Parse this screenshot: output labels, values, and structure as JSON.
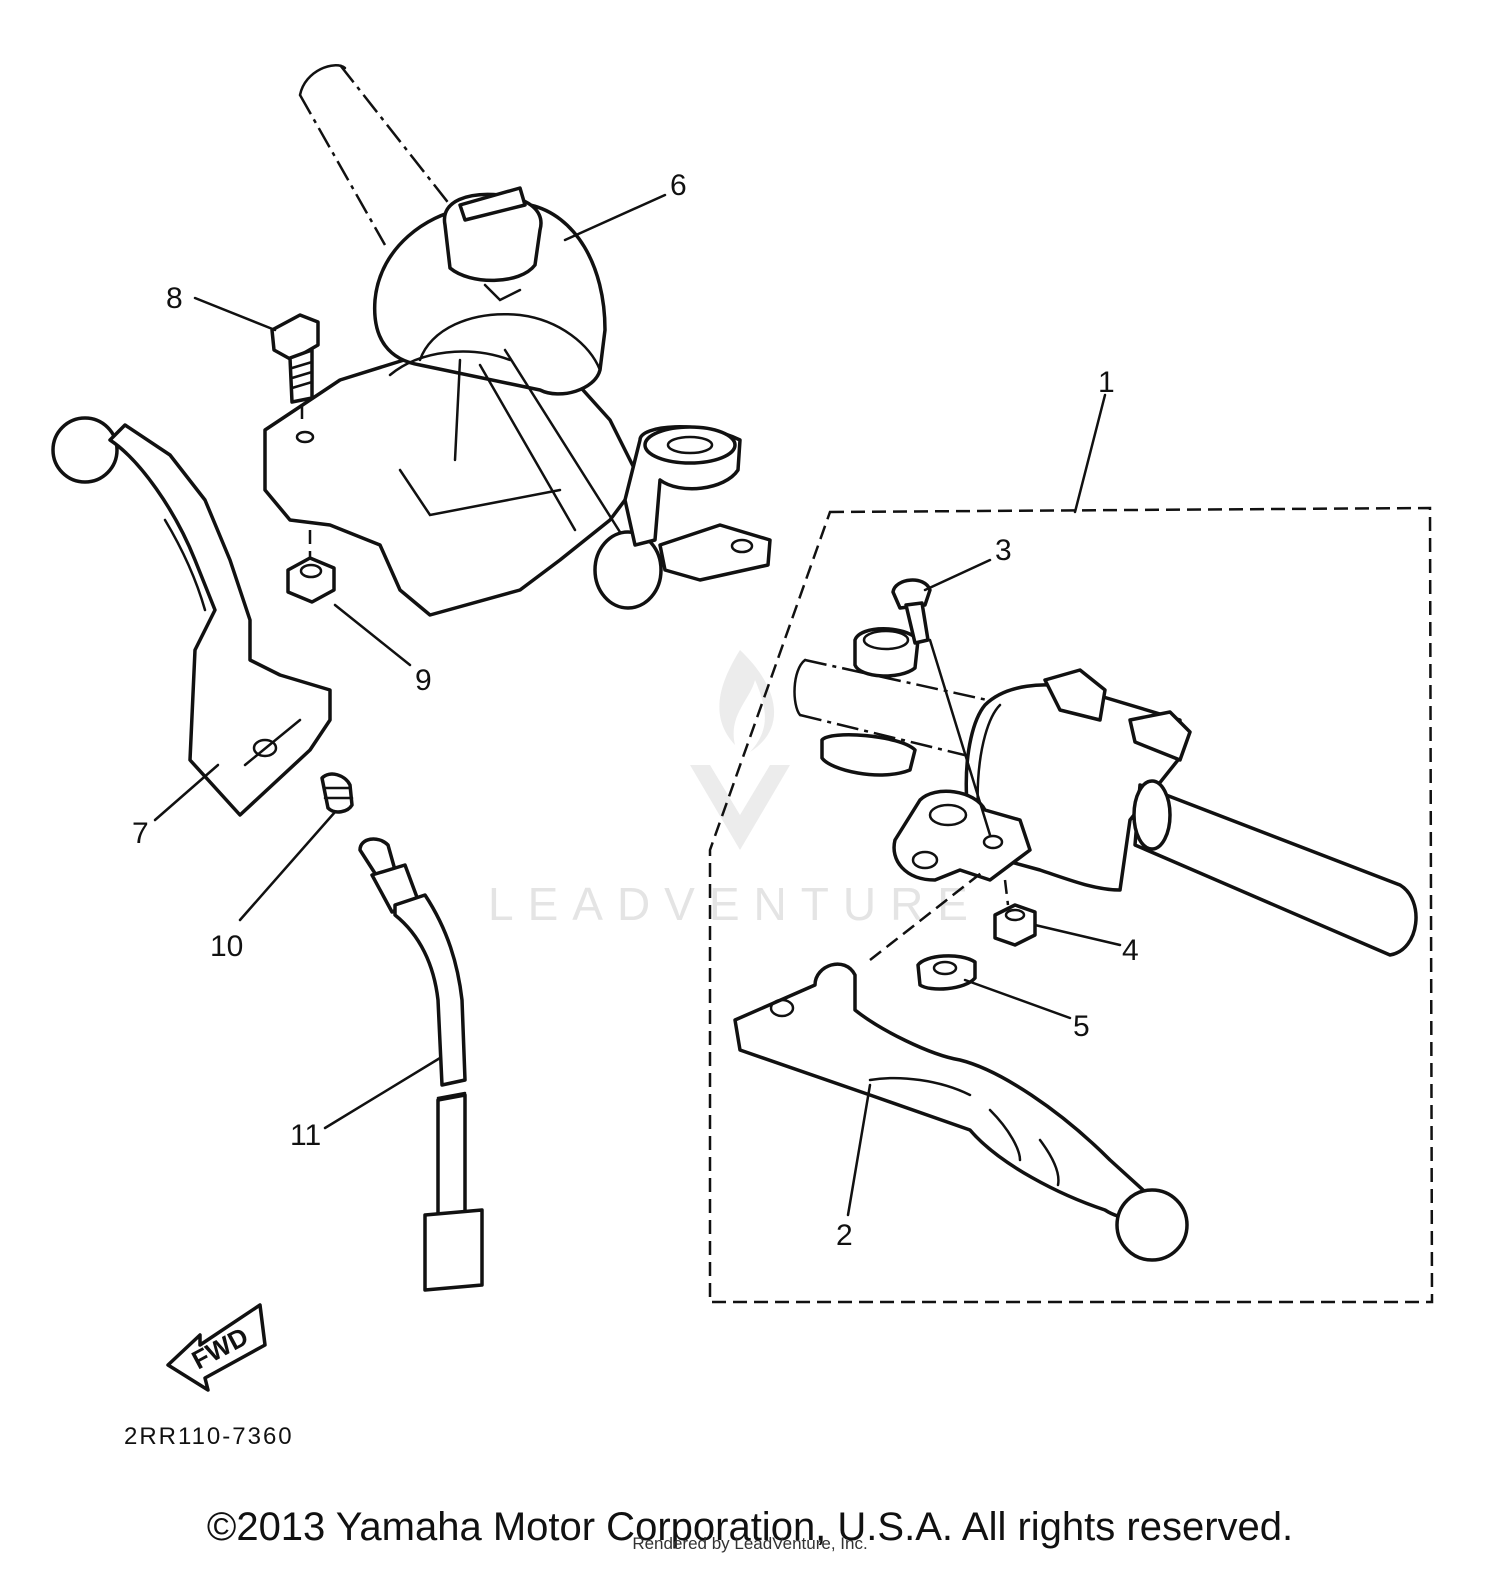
{
  "diagram": {
    "callouts": {
      "c1": "1",
      "c2": "2",
      "c3": "3",
      "c4": "4",
      "c5": "5",
      "c6": "6",
      "c7": "7",
      "c8": "8",
      "c9": "9",
      "c10": "10",
      "c11": "11"
    },
    "fwd_label": "FWD",
    "drawing_code": "2RR110-7360",
    "watermark": "LEADVENTURE"
  },
  "footer": {
    "copyright": "©2013 Yamaha Motor Corporation, U.S.A. All rights reserved.",
    "rendered_by": "Rendered by LeadVenture, Inc."
  }
}
